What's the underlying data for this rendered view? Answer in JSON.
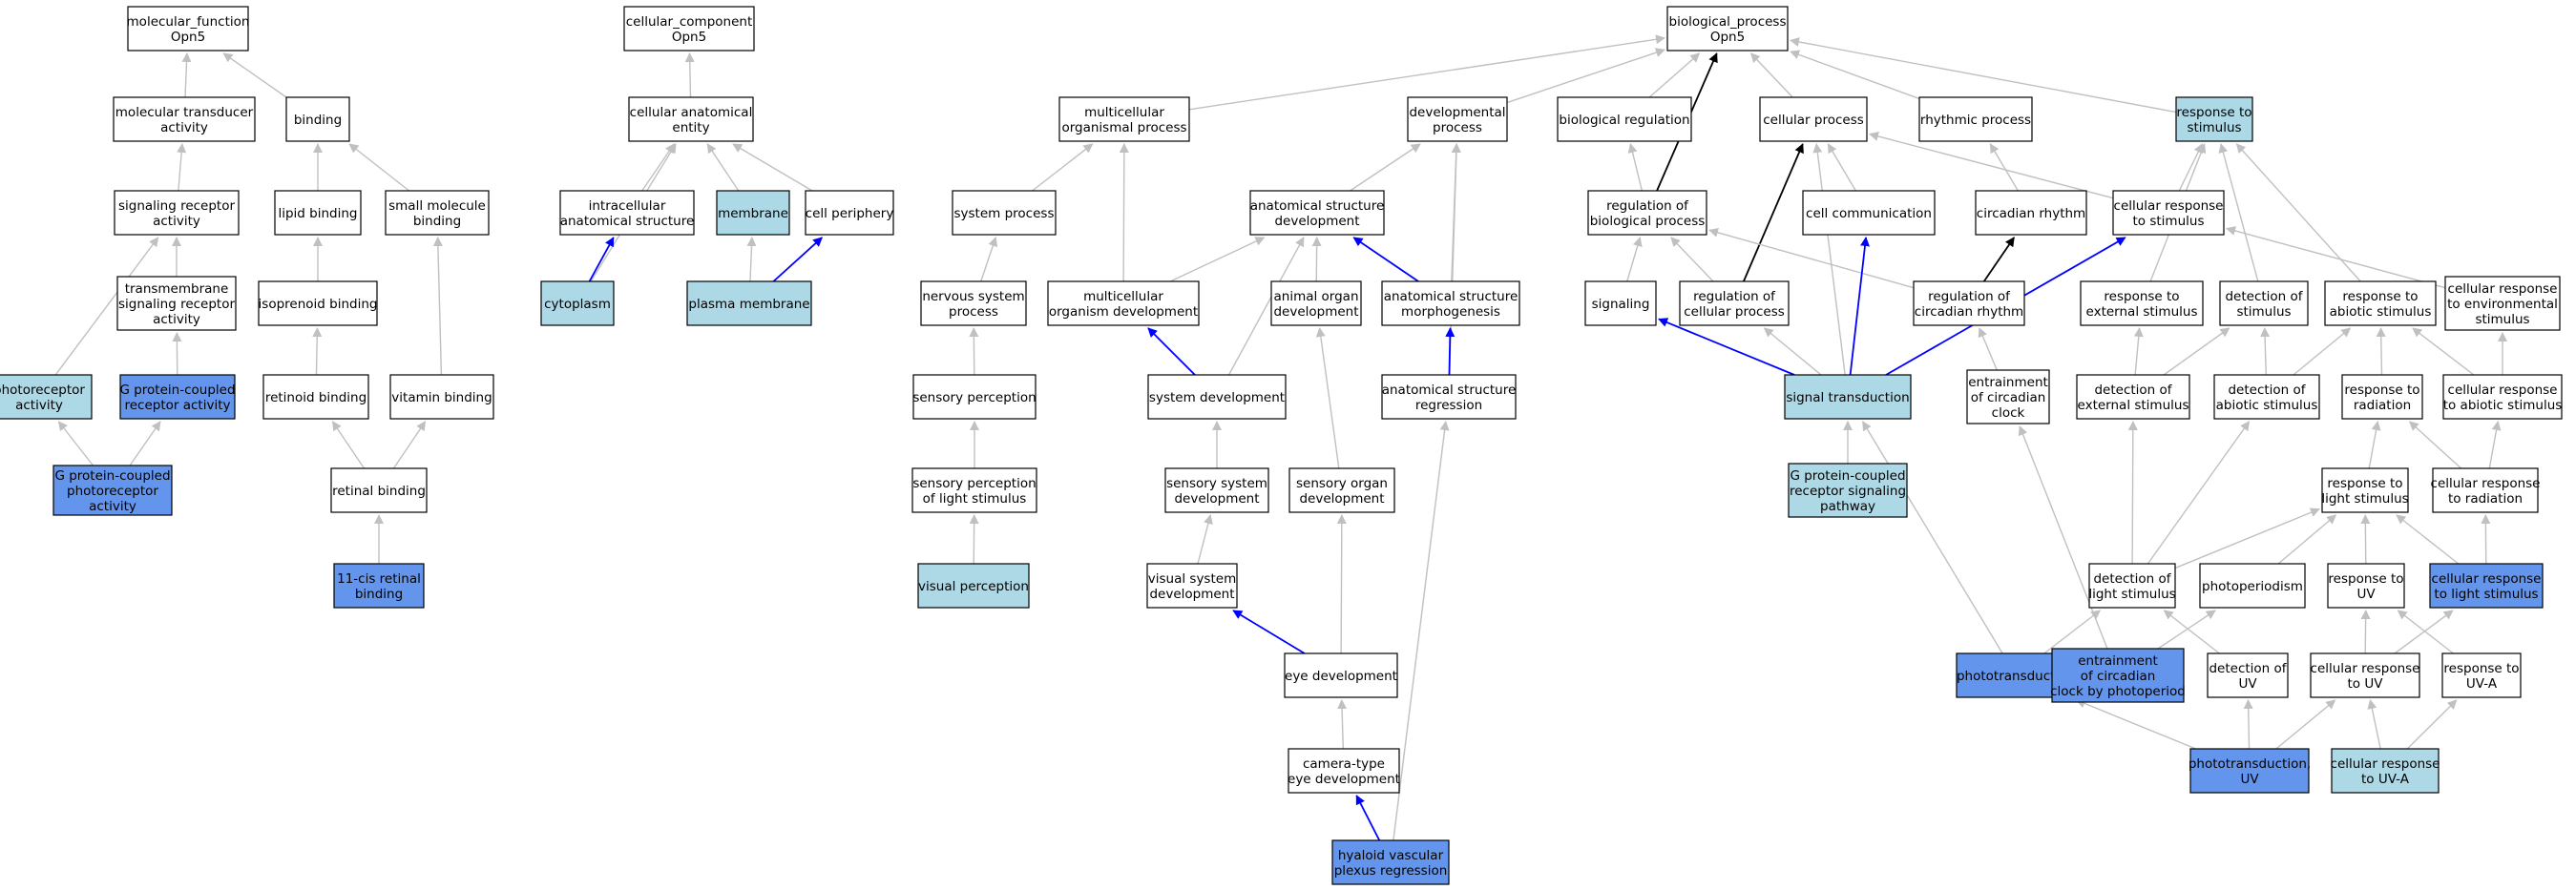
{
  "colors": {
    "white": "#ffffff",
    "light_blue": "#add8e6",
    "cornflower": "#6495ed",
    "edge_gray": "#c0c0c0",
    "edge_blue": "#0000ff",
    "edge_black": "#000000"
  },
  "nodes": [
    {
      "id": "mf",
      "lines": [
        "molecular_function",
        "Opn5"
      ],
      "fill": "white"
    },
    {
      "id": "mta",
      "lines": [
        "molecular transducer",
        "activity"
      ],
      "fill": "white"
    },
    {
      "id": "binding",
      "lines": [
        "binding"
      ],
      "fill": "white"
    },
    {
      "id": "sra",
      "lines": [
        "signaling receptor",
        "activity"
      ],
      "fill": "white"
    },
    {
      "id": "lipidb",
      "lines": [
        "lipid binding"
      ],
      "fill": "white"
    },
    {
      "id": "smb",
      "lines": [
        "small molecule",
        "binding"
      ],
      "fill": "white"
    },
    {
      "id": "tsra",
      "lines": [
        "transmembrane",
        "signaling receptor",
        "activity"
      ],
      "fill": "white"
    },
    {
      "id": "isob",
      "lines": [
        "isoprenoid binding"
      ],
      "fill": "white"
    },
    {
      "id": "pra",
      "lines": [
        "photoreceptor",
        "activity"
      ],
      "fill": "light_blue"
    },
    {
      "id": "gpcra",
      "lines": [
        "G protein-coupled",
        "receptor activity"
      ],
      "fill": "cornflower"
    },
    {
      "id": "retb",
      "lines": [
        "retinoid binding"
      ],
      "fill": "white"
    },
    {
      "id": "vitb",
      "lines": [
        "vitamin binding"
      ],
      "fill": "white"
    },
    {
      "id": "gpcpra",
      "lines": [
        "G protein-coupled",
        "photoreceptor",
        "activity"
      ],
      "fill": "cornflower"
    },
    {
      "id": "retinalb",
      "lines": [
        "retinal binding"
      ],
      "fill": "white"
    },
    {
      "id": "cisret",
      "lines": [
        "11-cis retinal",
        "binding"
      ],
      "fill": "cornflower"
    },
    {
      "id": "cc",
      "lines": [
        "cellular_component",
        "Opn5"
      ],
      "fill": "white"
    },
    {
      "id": "cae",
      "lines": [
        "cellular anatomical",
        "entity"
      ],
      "fill": "white"
    },
    {
      "id": "ias",
      "lines": [
        "intracellular",
        "anatomical structure"
      ],
      "fill": "white"
    },
    {
      "id": "membrane",
      "lines": [
        "membrane"
      ],
      "fill": "light_blue"
    },
    {
      "id": "cperiph",
      "lines": [
        "cell periphery"
      ],
      "fill": "white"
    },
    {
      "id": "cytoplasm",
      "lines": [
        "cytoplasm"
      ],
      "fill": "light_blue"
    },
    {
      "id": "pmem",
      "lines": [
        "plasma membrane"
      ],
      "fill": "light_blue"
    },
    {
      "id": "bp",
      "lines": [
        "biological_process",
        "Opn5"
      ],
      "fill": "white"
    },
    {
      "id": "mop",
      "lines": [
        "multicellular",
        "organismal process"
      ],
      "fill": "white"
    },
    {
      "id": "devp",
      "lines": [
        "developmental",
        "process"
      ],
      "fill": "white"
    },
    {
      "id": "bioreg",
      "lines": [
        "biological regulation"
      ],
      "fill": "white"
    },
    {
      "id": "cellp",
      "lines": [
        "cellular process"
      ],
      "fill": "white"
    },
    {
      "id": "rhythm",
      "lines": [
        "rhythmic process"
      ],
      "fill": "white"
    },
    {
      "id": "rts",
      "lines": [
        "response to",
        "stimulus"
      ],
      "fill": "light_blue"
    },
    {
      "id": "sysp",
      "lines": [
        "system process"
      ],
      "fill": "white"
    },
    {
      "id": "asd",
      "lines": [
        "anatomical structure",
        "development"
      ],
      "fill": "white"
    },
    {
      "id": "rbp",
      "lines": [
        "regulation of",
        "biological process"
      ],
      "fill": "white"
    },
    {
      "id": "ccomm",
      "lines": [
        "cell communication"
      ],
      "fill": "white"
    },
    {
      "id": "circ",
      "lines": [
        "circadian rhythm"
      ],
      "fill": "white"
    },
    {
      "id": "crs",
      "lines": [
        "cellular response",
        "to stimulus"
      ],
      "fill": "white"
    },
    {
      "id": "nsp",
      "lines": [
        "nervous system",
        "process"
      ],
      "fill": "white"
    },
    {
      "id": "mod",
      "lines": [
        "multicellular",
        "organism development"
      ],
      "fill": "white"
    },
    {
      "id": "aod",
      "lines": [
        "animal organ",
        "development"
      ],
      "fill": "white"
    },
    {
      "id": "asm",
      "lines": [
        "anatomical structure",
        "morphogenesis"
      ],
      "fill": "white"
    },
    {
      "id": "signaling",
      "lines": [
        "signaling"
      ],
      "fill": "white"
    },
    {
      "id": "rcp",
      "lines": [
        "regulation of",
        "cellular process"
      ],
      "fill": "white"
    },
    {
      "id": "rcr",
      "lines": [
        "regulation of",
        "circadian rhythm"
      ],
      "fill": "white"
    },
    {
      "id": "res",
      "lines": [
        "response to",
        "external stimulus"
      ],
      "fill": "white"
    },
    {
      "id": "dos",
      "lines": [
        "detection of",
        "stimulus"
      ],
      "fill": "white"
    },
    {
      "id": "ras",
      "lines": [
        "response to",
        "abiotic stimulus"
      ],
      "fill": "white"
    },
    {
      "id": "crenv",
      "lines": [
        "cellular response",
        "to environmental",
        "stimulus"
      ],
      "fill": "white"
    },
    {
      "id": "sperc",
      "lines": [
        "sensory perception"
      ],
      "fill": "white"
    },
    {
      "id": "sysdev",
      "lines": [
        "system development"
      ],
      "fill": "white"
    },
    {
      "id": "asr",
      "lines": [
        "anatomical structure",
        "regression"
      ],
      "fill": "white"
    },
    {
      "id": "sigtrans",
      "lines": [
        "signal transduction"
      ],
      "fill": "light_blue"
    },
    {
      "id": "ecc",
      "lines": [
        "entrainment",
        "of circadian",
        "clock"
      ],
      "fill": "white"
    },
    {
      "id": "des",
      "lines": [
        "detection of",
        "external stimulus"
      ],
      "fill": "white"
    },
    {
      "id": "das",
      "lines": [
        "detection of",
        "abiotic stimulus"
      ],
      "fill": "white"
    },
    {
      "id": "rtr",
      "lines": [
        "response to",
        "radiation"
      ],
      "fill": "white"
    },
    {
      "id": "cras",
      "lines": [
        "cellular response",
        "to abiotic stimulus"
      ],
      "fill": "white"
    },
    {
      "id": "spls",
      "lines": [
        "sensory perception",
        "of light stimulus"
      ],
      "fill": "white"
    },
    {
      "id": "ssd",
      "lines": [
        "sensory system",
        "development"
      ],
      "fill": "white"
    },
    {
      "id": "sod",
      "lines": [
        "sensory organ",
        "development"
      ],
      "fill": "white"
    },
    {
      "id": "gpcrsp",
      "lines": [
        "G protein-coupled",
        "receptor signaling",
        "pathway"
      ],
      "fill": "light_blue"
    },
    {
      "id": "rls",
      "lines": [
        "response to",
        "light stimulus"
      ],
      "fill": "white"
    },
    {
      "id": "crrad",
      "lines": [
        "cellular response",
        "to radiation"
      ],
      "fill": "white"
    },
    {
      "id": "visperc",
      "lines": [
        "visual perception"
      ],
      "fill": "light_blue"
    },
    {
      "id": "vsd",
      "lines": [
        "visual system",
        "development"
      ],
      "fill": "white"
    },
    {
      "id": "dls",
      "lines": [
        "detection of",
        "light stimulus"
      ],
      "fill": "white"
    },
    {
      "id": "photoper",
      "lines": [
        "photoperiodism"
      ],
      "fill": "white"
    },
    {
      "id": "ruv",
      "lines": [
        "response to",
        "UV"
      ],
      "fill": "white"
    },
    {
      "id": "crls",
      "lines": [
        "cellular response",
        "to light stimulus"
      ],
      "fill": "cornflower"
    },
    {
      "id": "eyedev",
      "lines": [
        "eye development"
      ],
      "fill": "white"
    },
    {
      "id": "phototrans",
      "lines": [
        "phototransduction"
      ],
      "fill": "cornflower"
    },
    {
      "id": "eccp",
      "lines": [
        "entrainment",
        "of circadian",
        "clock by photoperiod"
      ],
      "fill": "cornflower"
    },
    {
      "id": "duv",
      "lines": [
        "detection of",
        "UV"
      ],
      "fill": "white"
    },
    {
      "id": "cruv",
      "lines": [
        "cellular response",
        "to UV"
      ],
      "fill": "white"
    },
    {
      "id": "ruva",
      "lines": [
        "response to",
        "UV-A"
      ],
      "fill": "white"
    },
    {
      "id": "cted",
      "lines": [
        "camera-type",
        "eye development"
      ],
      "fill": "white"
    },
    {
      "id": "ptuv",
      "lines": [
        "phototransduction,",
        "UV"
      ],
      "fill": "cornflower"
    },
    {
      "id": "cruva",
      "lines": [
        "cellular response",
        "to UV-A"
      ],
      "fill": "light_blue"
    },
    {
      "id": "hvpr",
      "lines": [
        "hyaloid vascular",
        "plexus regression"
      ],
      "fill": "cornflower"
    }
  ],
  "edges": [
    {
      "from": "mta",
      "to": "mf",
      "kind": "gray"
    },
    {
      "from": "binding",
      "to": "mf",
      "kind": "gray"
    },
    {
      "from": "sra",
      "to": "mta",
      "kind": "gray"
    },
    {
      "from": "lipidb",
      "to": "binding",
      "kind": "gray"
    },
    {
      "from": "smb",
      "to": "binding",
      "kind": "gray"
    },
    {
      "from": "tsra",
      "to": "sra",
      "kind": "gray"
    },
    {
      "from": "pra",
      "to": "sra",
      "kind": "gray"
    },
    {
      "from": "isob",
      "to": "lipidb",
      "kind": "gray"
    },
    {
      "from": "gpcra",
      "to": "tsra",
      "kind": "gray"
    },
    {
      "from": "retb",
      "to": "isob",
      "kind": "gray"
    },
    {
      "from": "vitb",
      "to": "smb",
      "kind": "gray"
    },
    {
      "from": "gpcpra",
      "to": "pra",
      "kind": "gray"
    },
    {
      "from": "gpcpra",
      "to": "gpcra",
      "kind": "gray"
    },
    {
      "from": "retinalb",
      "to": "retb",
      "kind": "gray"
    },
    {
      "from": "retinalb",
      "to": "vitb",
      "kind": "gray"
    },
    {
      "from": "cisret",
      "to": "retinalb",
      "kind": "gray"
    },
    {
      "from": "cae",
      "to": "cc",
      "kind": "gray"
    },
    {
      "from": "ias",
      "to": "cae",
      "kind": "gray"
    },
    {
      "from": "membrane",
      "to": "cae",
      "kind": "gray"
    },
    {
      "from": "cperiph",
      "to": "cae",
      "kind": "gray"
    },
    {
      "from": "cytoplasm",
      "to": "cae",
      "kind": "gray"
    },
    {
      "from": "cytoplasm",
      "to": "ias",
      "kind": "blue"
    },
    {
      "from": "pmem",
      "to": "membrane",
      "kind": "gray"
    },
    {
      "from": "pmem",
      "to": "cperiph",
      "kind": "blue"
    },
    {
      "from": "mop",
      "to": "bp",
      "kind": "gray"
    },
    {
      "from": "devp",
      "to": "bp",
      "kind": "gray"
    },
    {
      "from": "bioreg",
      "to": "bp",
      "kind": "gray"
    },
    {
      "from": "cellp",
      "to": "bp",
      "kind": "gray"
    },
    {
      "from": "rhythm",
      "to": "bp",
      "kind": "gray"
    },
    {
      "from": "rts",
      "to": "bp",
      "kind": "gray"
    },
    {
      "from": "rbp",
      "to": "bp",
      "kind": "black"
    },
    {
      "from": "rbp",
      "to": "bioreg",
      "kind": "gray"
    },
    {
      "from": "sysp",
      "to": "mop",
      "kind": "gray"
    },
    {
      "from": "mod",
      "to": "mop",
      "kind": "gray"
    },
    {
      "from": "asd",
      "to": "devp",
      "kind": "gray"
    },
    {
      "from": "asm",
      "to": "devp",
      "kind": "gray"
    },
    {
      "from": "asr",
      "to": "devp",
      "kind": "gray"
    },
    {
      "from": "ccomm",
      "to": "cellp",
      "kind": "gray"
    },
    {
      "from": "crs",
      "to": "cellp",
      "kind": "gray"
    },
    {
      "from": "rcp",
      "to": "cellp",
      "kind": "black"
    },
    {
      "from": "sigtrans",
      "to": "cellp",
      "kind": "gray"
    },
    {
      "from": "circ",
      "to": "rhythm",
      "kind": "gray"
    },
    {
      "from": "crs",
      "to": "rts",
      "kind": "gray"
    },
    {
      "from": "res",
      "to": "rts",
      "kind": "gray"
    },
    {
      "from": "dos",
      "to": "rts",
      "kind": "gray"
    },
    {
      "from": "ras",
      "to": "rts",
      "kind": "gray"
    },
    {
      "from": "nsp",
      "to": "sysp",
      "kind": "gray"
    },
    {
      "from": "mod",
      "to": "asd",
      "kind": "gray"
    },
    {
      "from": "aod",
      "to": "asd",
      "kind": "gray"
    },
    {
      "from": "asm",
      "to": "asd",
      "kind": "blue"
    },
    {
      "from": "sysdev",
      "to": "asd",
      "kind": "gray"
    },
    {
      "from": "signaling",
      "to": "rbp",
      "kind": "gray"
    },
    {
      "from": "rcp",
      "to": "rbp",
      "kind": "gray"
    },
    {
      "from": "rcr",
      "to": "rbp",
      "kind": "gray"
    },
    {
      "from": "rcr",
      "to": "circ",
      "kind": "black"
    },
    {
      "from": "crenv",
      "to": "crs",
      "kind": "gray"
    },
    {
      "from": "sperc",
      "to": "nsp",
      "kind": "gray"
    },
    {
      "from": "sysdev",
      "to": "mod",
      "kind": "blue"
    },
    {
      "from": "sod",
      "to": "aod",
      "kind": "gray"
    },
    {
      "from": "asr",
      "to": "asm",
      "kind": "blue"
    },
    {
      "from": "sigtrans",
      "to": "signaling",
      "kind": "blue"
    },
    {
      "from": "sigtrans",
      "to": "rcp",
      "kind": "gray"
    },
    {
      "from": "sigtrans",
      "to": "ccomm",
      "kind": "blue"
    },
    {
      "from": "sigtrans",
      "to": "crs",
      "kind": "blue"
    },
    {
      "from": "ecc",
      "to": "rcr",
      "kind": "gray"
    },
    {
      "from": "des",
      "to": "res",
      "kind": "gray"
    },
    {
      "from": "des",
      "to": "dos",
      "kind": "gray"
    },
    {
      "from": "das",
      "to": "dos",
      "kind": "gray"
    },
    {
      "from": "das",
      "to": "ras",
      "kind": "gray"
    },
    {
      "from": "rtr",
      "to": "ras",
      "kind": "gray"
    },
    {
      "from": "cras",
      "to": "ras",
      "kind": "gray"
    },
    {
      "from": "cras",
      "to": "crenv",
      "kind": "gray"
    },
    {
      "from": "spls",
      "to": "sperc",
      "kind": "gray"
    },
    {
      "from": "ssd",
      "to": "sysdev",
      "kind": "gray"
    },
    {
      "from": "gpcrsp",
      "to": "sigtrans",
      "kind": "gray"
    },
    {
      "from": "rls",
      "to": "rtr",
      "kind": "gray"
    },
    {
      "from": "crrad",
      "to": "rtr",
      "kind": "gray"
    },
    {
      "from": "crrad",
      "to": "cras",
      "kind": "gray"
    },
    {
      "from": "visperc",
      "to": "spls",
      "kind": "gray"
    },
    {
      "from": "vsd",
      "to": "ssd",
      "kind": "gray"
    },
    {
      "from": "dls",
      "to": "des",
      "kind": "gray"
    },
    {
      "from": "dls",
      "to": "das",
      "kind": "gray"
    },
    {
      "from": "dls",
      "to": "rls",
      "kind": "gray"
    },
    {
      "from": "photoper",
      "to": "rls",
      "kind": "gray"
    },
    {
      "from": "ruv",
      "to": "rls",
      "kind": "gray"
    },
    {
      "from": "crls",
      "to": "rls",
      "kind": "gray"
    },
    {
      "from": "crls",
      "to": "crrad",
      "kind": "gray"
    },
    {
      "from": "eyedev",
      "to": "vsd",
      "kind": "blue"
    },
    {
      "from": "eyedev",
      "to": "sod",
      "kind": "gray"
    },
    {
      "from": "phototrans",
      "to": "dls",
      "kind": "gray"
    },
    {
      "from": "phototrans",
      "to": "sigtrans",
      "kind": "gray"
    },
    {
      "from": "eccp",
      "to": "ecc",
      "kind": "gray"
    },
    {
      "from": "eccp",
      "to": "photoper",
      "kind": "gray"
    },
    {
      "from": "duv",
      "to": "dls",
      "kind": "gray"
    },
    {
      "from": "cruv",
      "to": "ruv",
      "kind": "gray"
    },
    {
      "from": "cruv",
      "to": "crls",
      "kind": "gray"
    },
    {
      "from": "ruva",
      "to": "ruv",
      "kind": "gray"
    },
    {
      "from": "cted",
      "to": "eyedev",
      "kind": "gray"
    },
    {
      "from": "ptuv",
      "to": "phototrans",
      "kind": "gray"
    },
    {
      "from": "ptuv",
      "to": "duv",
      "kind": "gray"
    },
    {
      "from": "ptuv",
      "to": "cruv",
      "kind": "gray"
    },
    {
      "from": "cruva",
      "to": "cruv",
      "kind": "gray"
    },
    {
      "from": "cruva",
      "to": "ruva",
      "kind": "gray"
    },
    {
      "from": "hvpr",
      "to": "cted",
      "kind": "blue"
    },
    {
      "from": "hvpr",
      "to": "asr",
      "kind": "gray"
    }
  ]
}
